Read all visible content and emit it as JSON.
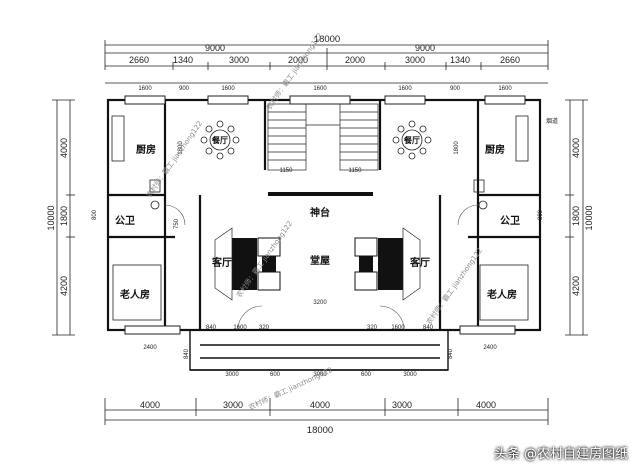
{
  "overall": {
    "top": "18000",
    "bottom": "18000"
  },
  "top_half": [
    "9000",
    "9000"
  ],
  "top_segments": [
    "2660",
    "1340",
    "3000",
    "2000",
    "2000",
    "3000",
    "1340",
    "2660"
  ],
  "window_dims_top": [
    "1600",
    "900",
    "1600",
    "1600",
    "1600",
    "900",
    "1600"
  ],
  "left_dims": [
    "10000",
    "4000",
    "1800",
    "4200"
  ],
  "right_dims": [
    "10000",
    "4000",
    "1800",
    "4200"
  ],
  "bottom_segments": [
    "4000",
    "3000",
    "4000",
    "3000",
    "4000"
  ],
  "bottom_inner": [
    "3000",
    "600",
    "3000",
    "600",
    "3000"
  ],
  "misc_dims": {
    "stair_w": "1150",
    "stair_w2": "1150",
    "hall_width": "3200",
    "door_left": [
      "840",
      "1600",
      "320"
    ],
    "door_right": [
      "320",
      "1600",
      "840"
    ],
    "window_old_left": "2400",
    "window_old_right": "2400",
    "porch_left": "840",
    "porch_right": "840",
    "kitchen_side": "1800",
    "kitchen_side_r": "1800",
    "wc_left": "800",
    "wc_right": "800",
    "side_750": "750"
  },
  "rooms": {
    "kitchen_left": "厨房",
    "kitchen_right": "厨房",
    "dining_left": "餐厅",
    "dining_right": "餐厅",
    "wc_left": "公卫",
    "wc_right": "公卫",
    "altar": "神台",
    "hall": "堂屋",
    "living_left": "客厅",
    "living_right": "客厅",
    "elder_left": "老人房",
    "elder_right": "老人房",
    "flue": "烟道"
  },
  "watermarks": [
    "农村师：霸工 jianzhong122",
    "农村师：霸工 jianzhong122",
    "农村师：霸工 jianzhong122",
    "农村师：霸工 jianzhong122",
    "农村师：霸工 jianzhong122"
  ],
  "footer": {
    "brand": "头条",
    "account": "@农村自建房图纸"
  }
}
